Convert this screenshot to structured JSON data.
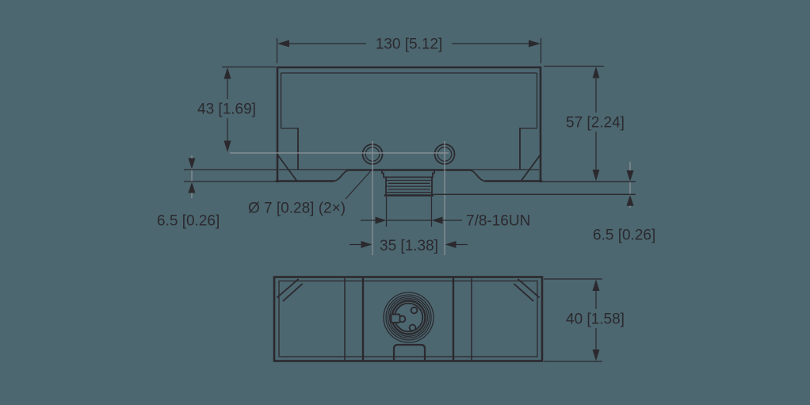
{
  "drawing": {
    "type": "technical-dimension-drawing",
    "views": [
      "front-view-with-mounting-bracket",
      "bottom-view-with-connector"
    ],
    "units": "mm [inch]"
  },
  "labels": {
    "front_width": "130 [5.12]",
    "front_height_to_hole_center": "43 [1.69]",
    "front_height_overall": "57 [2.24]",
    "hole_diameter": "Ø 7 [0.28] (2×)",
    "hole_spacing": "35 [1.38]",
    "thread_spec": "7/8-16UN",
    "left_offset": "6.5 [0.26]",
    "right_offset": "6.5 [0.26]",
    "bottom_depth": "40 [1.58]"
  },
  "colors": {
    "background": "#4C6770",
    "line": "#2B292E",
    "centerline_gray": "#8F9399"
  }
}
